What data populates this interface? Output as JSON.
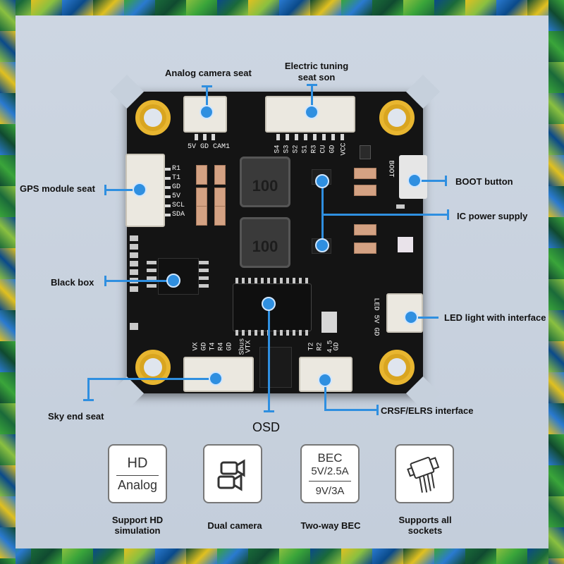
{
  "labels": {
    "analog_camera_seat": "Analog camera seat",
    "electric_tuning_seat_son": "Electric tuning\nseat son",
    "gps_module_seat": "GPS module seat",
    "boot_button": "BOOT button",
    "ic_power_supply": "IC power supply",
    "black_box": "Black box",
    "led_light_interface": "LED light with interface",
    "sky_end_seat": "Sky end seat",
    "osd": "OSD",
    "crsf_elrs_interface": "CRSF/ELRS interface"
  },
  "silkscreen": {
    "cam_pins": "5V GD CAM1",
    "gps_pins": [
      "R1",
      "T1",
      "GD",
      "5V",
      "SCL",
      "SDA"
    ],
    "esc_pins": [
      "S4",
      "S3",
      "S2",
      "S1",
      "R3",
      "CU",
      "GD",
      "VCC"
    ],
    "boot": "BOOT",
    "led_pins": "LED 5V GD",
    "vtx_pins": [
      "VX",
      "GD",
      "T4",
      "R4",
      "GD",
      "Sbus",
      "VTX"
    ],
    "crsf_pins": [
      "T2",
      "R2",
      "4.5",
      "GD"
    ],
    "inductor_1": "100",
    "inductor_2": "100"
  },
  "features": [
    {
      "icon": "hd-analog-icon",
      "icon_text_top": "HD",
      "icon_text_bottom": "Analog",
      "caption": "Support HD\nsimulation"
    },
    {
      "icon": "dual-camera-icon",
      "caption": "Dual camera"
    },
    {
      "icon": "bec-icon",
      "icon_text_top": "BEC",
      "icon_text_mid": "5V/2.5A",
      "icon_text_bottom": "9V/3A",
      "caption": "Two-way BEC"
    },
    {
      "icon": "socket-icon",
      "caption": "Supports all\nsockets"
    }
  ],
  "colors": {
    "accent": "#2f8fe0",
    "board": "#141414",
    "gold": "#d9a520"
  }
}
